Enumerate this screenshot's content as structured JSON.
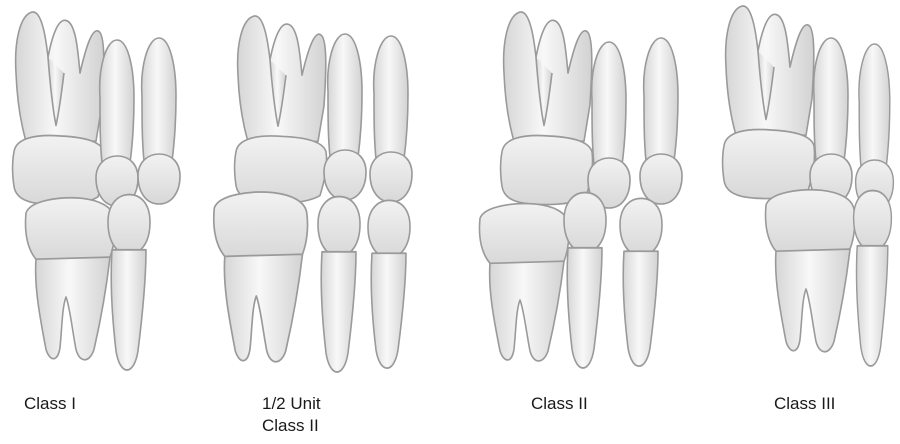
{
  "panels": [
    {
      "id": "class-1",
      "caption_lines": [
        "Class I"
      ]
    },
    {
      "id": "half-unit-class-2",
      "caption_lines": [
        "1/2 Unit",
        "Class II"
      ]
    },
    {
      "id": "class-2",
      "caption_lines": [
        "Class II"
      ]
    },
    {
      "id": "class-3",
      "caption_lines": [
        "Class III"
      ]
    }
  ],
  "colors": {
    "tooth_fill_light": "#f7f7f7",
    "tooth_fill_dark": "#d9d9d9",
    "outline": "#9a9a9a",
    "caption": "#1a1a1a"
  }
}
